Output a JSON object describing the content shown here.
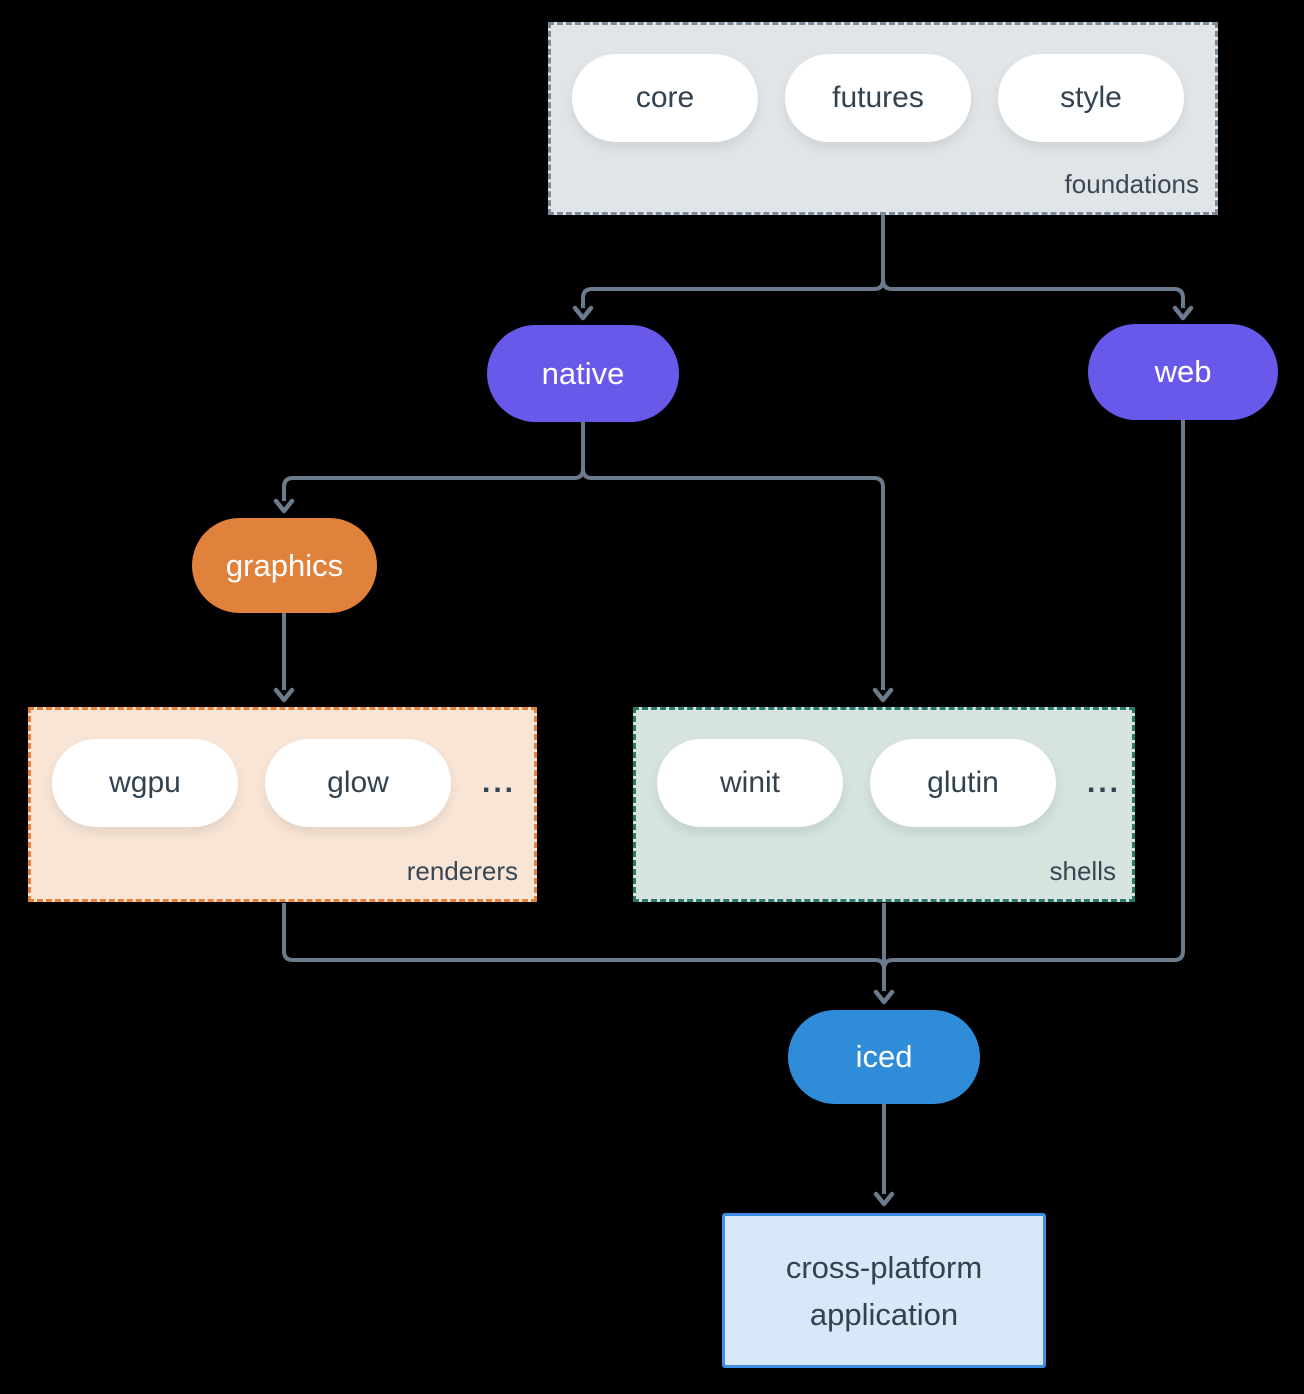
{
  "colors": {
    "background": "#000000",
    "line": "#6b7b8d",
    "pill_text": "#33424f",
    "label_text": "#394754",
    "node_text": "#ffffff",
    "purple": "#6859ea",
    "orange": "#e0813c",
    "blue": "#2e8cd9",
    "foundations_fill": "#e1e5e8",
    "foundations_border": "#7b8b9a",
    "renderers_fill": "#f9e5d5",
    "renderers_border": "#ea8138",
    "shells_fill": "#d6e3de",
    "shells_border": "#2a7a6b",
    "app_fill": "#d9e8f8",
    "app_border": "#3e8ee5"
  },
  "nodes": {
    "foundations": {
      "label": "foundations",
      "pills": [
        "core",
        "futures",
        "style"
      ]
    },
    "native": {
      "label": "native"
    },
    "web": {
      "label": "web"
    },
    "graphics": {
      "label": "graphics"
    },
    "renderers": {
      "label": "renderers",
      "pills": [
        "wgpu",
        "glow"
      ],
      "more": "..."
    },
    "shells": {
      "label": "shells",
      "pills": [
        "winit",
        "glutin"
      ],
      "more": "..."
    },
    "iced": {
      "label": "iced"
    },
    "application": {
      "line1": "cross-platform",
      "line2": "application"
    }
  }
}
